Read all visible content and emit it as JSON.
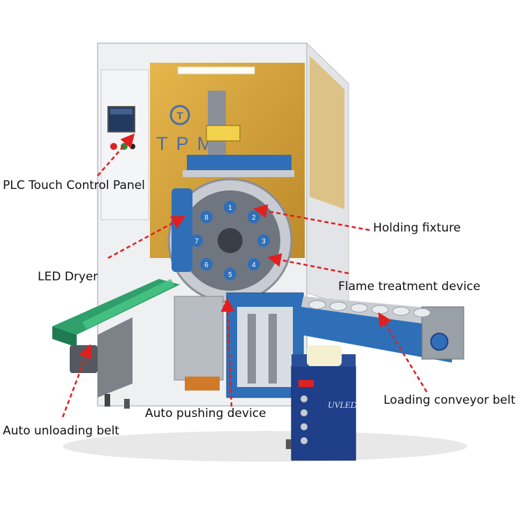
{
  "brand": {
    "logo_text": "TPM",
    "logo_glyph": "T"
  },
  "control_box": {
    "label": "UVLED"
  },
  "callouts": {
    "plc": "PLC Touch Control Panel",
    "holding": "Holding fixture",
    "led": "LED Dryer",
    "flame": "Flame treatment device",
    "loading": "Loading conveyor belt",
    "pushing": "Auto pushing device",
    "unloading": "Auto unloading belt"
  },
  "fixture_numbers": [
    "1",
    "2",
    "3",
    "4",
    "5",
    "6",
    "7",
    "8"
  ],
  "colors": {
    "frame": "#eef0f2",
    "amber_panel": "#d9a63a",
    "machine_blue": "#2f6fb8",
    "green_belt": "#2fa06b",
    "arrow_red": "#e02020",
    "uvled_box": "#1f3f8a"
  }
}
